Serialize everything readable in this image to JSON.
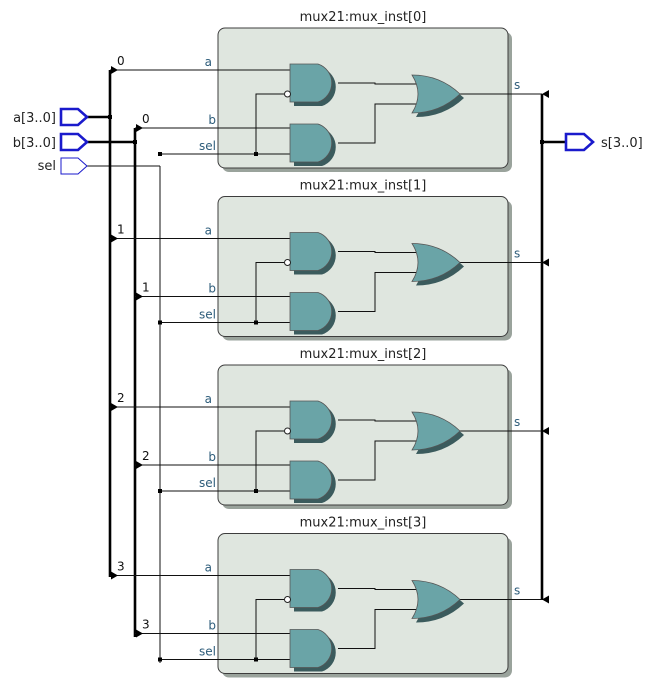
{
  "inputs": [
    {
      "label": "a[3..0]",
      "style": "bus"
    },
    {
      "label": "b[3..0]",
      "style": "bus"
    },
    {
      "label": "sel",
      "style": "single"
    }
  ],
  "output": {
    "label": "s[3..0]"
  },
  "instances": [
    {
      "name": "mux21:mux_inst[0]",
      "a_index": "0",
      "b_index": "0",
      "pins": {
        "a": "a",
        "b": "b",
        "sel": "sel",
        "s": "s"
      }
    },
    {
      "name": "mux21:mux_inst[1]",
      "a_index": "1",
      "b_index": "1",
      "pins": {
        "a": "a",
        "b": "b",
        "sel": "sel",
        "s": "s"
      }
    },
    {
      "name": "mux21:mux_inst[2]",
      "a_index": "2",
      "b_index": "2",
      "pins": {
        "a": "a",
        "b": "b",
        "sel": "sel",
        "s": "s"
      }
    },
    {
      "name": "mux21:mux_inst[3]",
      "a_index": "3",
      "b_index": "3",
      "pins": {
        "a": "a",
        "b": "b",
        "sel": "sel",
        "s": "s"
      }
    }
  ],
  "colors": {
    "port_stroke": "#1a1acc",
    "bus": "#000000",
    "wire": "#111111",
    "box_fill": "#dfe6df",
    "gate_fill": "#6aa4a7",
    "pin_label": "#2d5c7a"
  }
}
